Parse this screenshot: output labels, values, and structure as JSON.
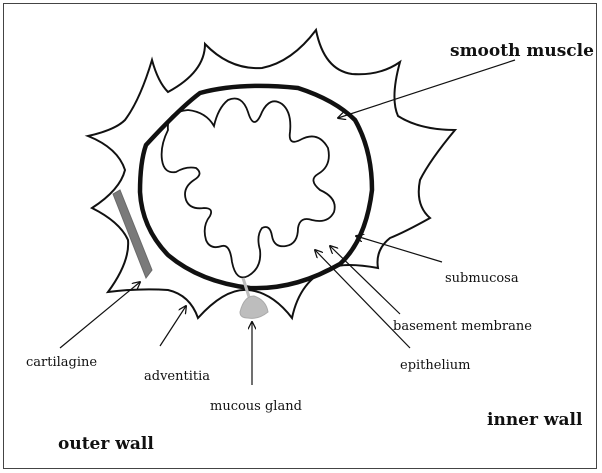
{
  "labels": {
    "smooth_muscle": "smooth muscle",
    "submucosa": "submucosa",
    "basement_membrane": "basement membrane",
    "epithelium": "epithelium",
    "cartilagine": "cartilagine",
    "adventitia": "adventitia",
    "mucous_gland": "mucous  gland",
    "inner_wall": "inner wall",
    "outer_wall": "outer wall"
  },
  "colors": {
    "outline": "#111111",
    "cartilage": "#7a7a7a",
    "gland": "#bdbdbd"
  }
}
